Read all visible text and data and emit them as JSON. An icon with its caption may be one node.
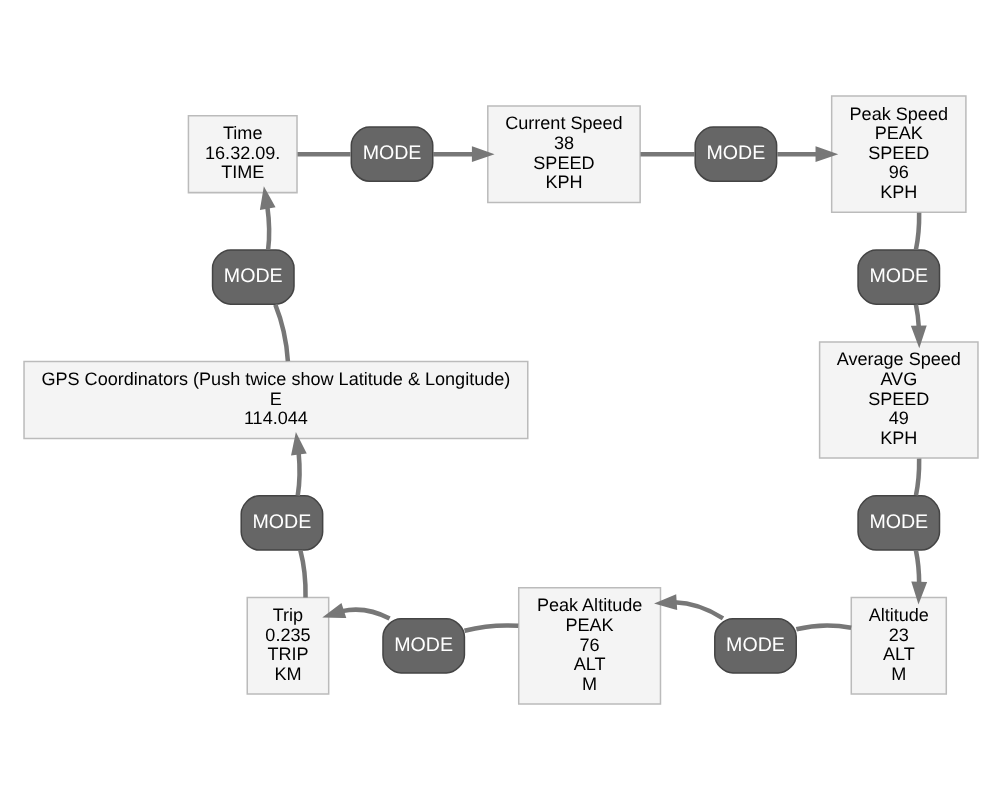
{
  "diagram": {
    "nodes": [
      {
        "text": [
          "Time",
          "16.32.09.",
          "TIME"
        ]
      },
      {
        "text": [
          "MODE"
        ]
      },
      {
        "text": [
          "Current Speed",
          "38",
          "SPEED",
          "KPH"
        ]
      },
      {
        "text": [
          "MODE"
        ]
      },
      {
        "text": [
          "Peak Speed",
          "PEAK",
          "SPEED",
          "96",
          "KPH"
        ]
      },
      {
        "text": [
          "MODE"
        ]
      },
      {
        "text": [
          "Average Speed",
          "AVG",
          "SPEED",
          "49",
          "KPH"
        ]
      },
      {
        "text": [
          "MODE"
        ]
      },
      {
        "text": [
          "Altitude",
          "23",
          "ALT",
          "M"
        ]
      },
      {
        "text": [
          "MODE"
        ]
      },
      {
        "text": [
          "Peak Altitude",
          "PEAK",
          "76",
          "ALT",
          "M"
        ]
      },
      {
        "text": [
          "MODE"
        ]
      },
      {
        "text": [
          "Trip",
          "0.235",
          "TRIP",
          "KM"
        ]
      },
      {
        "text": [
          "MODE"
        ]
      },
      {
        "text": [
          "GPS Coordinators (Push twice show Latitude & Longitude)",
          "E",
          "114.044"
        ]
      },
      {
        "text": [
          "MODE"
        ]
      }
    ],
    "edges": [
      {
        "from": 0,
        "to": 1,
        "arrow": "none"
      },
      {
        "from": 1,
        "to": 2,
        "arrow": "to"
      },
      {
        "from": 2,
        "to": 3,
        "arrow": "none"
      },
      {
        "from": 3,
        "to": 4,
        "arrow": "to"
      },
      {
        "from": 4,
        "to": 5,
        "arrow": "none"
      },
      {
        "from": 5,
        "to": 6,
        "arrow": "to"
      },
      {
        "from": 6,
        "to": 7,
        "arrow": "none"
      },
      {
        "from": 7,
        "to": 8,
        "arrow": "to"
      },
      {
        "from": 8,
        "to": 9,
        "arrow": "none"
      },
      {
        "from": 9,
        "to": 10,
        "arrow": "to"
      },
      {
        "from": 10,
        "to": 11,
        "arrow": "none"
      },
      {
        "from": 11,
        "to": 12,
        "arrow": "to"
      },
      {
        "from": 12,
        "to": 13,
        "arrow": "none"
      },
      {
        "from": 13,
        "to": 14,
        "arrow": "to"
      },
      {
        "from": 14,
        "to": 15,
        "arrow": "none"
      },
      {
        "from": 15,
        "to": 0,
        "arrow": "to"
      }
    ]
  }
}
